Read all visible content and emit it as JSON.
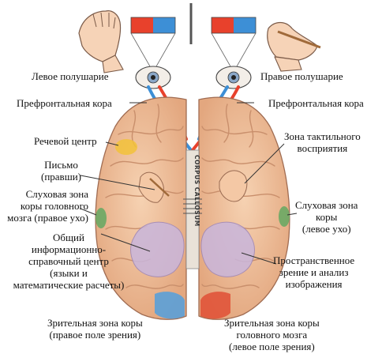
{
  "labels": {
    "left_hemisphere": "Левое полушарие",
    "right_hemisphere": "Правое полушарие",
    "prefrontal_left": "Префронтальная кора",
    "prefrontal_right": "Префронтальная кора",
    "speech_center": "Речевой центр",
    "tactile_zone": [
      "Зона тактильного",
      "восприятия"
    ],
    "writing": [
      "Письмо",
      "(правши)"
    ],
    "auditory_left": [
      "Слуховая зона",
      "коры головного",
      "мозга (правое ухо)"
    ],
    "auditory_right": [
      "Слуховая зона",
      "коры",
      "(левое ухо)"
    ],
    "info_center": [
      "Общий",
      "информационно-",
      "справочный центр",
      "(языки и",
      "математические расчеты)"
    ],
    "spatial": [
      "Пространственное",
      "зрение  и анализ",
      "изображения"
    ],
    "visual_left": [
      "Зрительная зона коры",
      "(правое поле зрения)"
    ],
    "visual_right": [
      "Зрительная зона коры",
      "головного мозга",
      "(левое поле зрения)"
    ],
    "corpus_callosum": "CORPUS CALLOSUM"
  },
  "colors": {
    "visual_field_red": "#e8412c",
    "visual_field_blue": "#3d8fd6",
    "brain_tissue": "#f1c39e",
    "brain_fold": "#c98f6c",
    "speech_yellow": "#f2c23a",
    "auditory_green": "#6aa864",
    "visual_cortex_blue": "#5aa0d8",
    "visual_cortex_red": "#e0543a",
    "info_lavender": "#c9b6dc"
  }
}
